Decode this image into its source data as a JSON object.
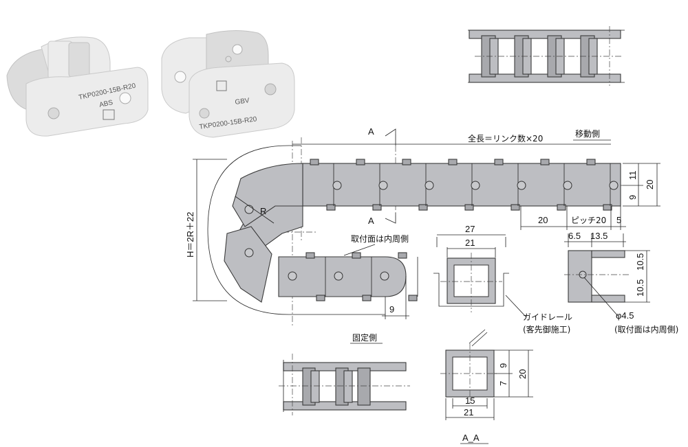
{
  "labels": {
    "total_length": "全長＝リンク数×20",
    "moving_side": "移動側",
    "fixed_side": "固定側",
    "mount_inner": "取付面は内周側",
    "guide_rail": "ガイドレール",
    "guide_rail_note": "(客先御施工)",
    "hole_dia": "φ4.5",
    "hole_note": "(取付面は内周側)",
    "section_a": "A",
    "section_title": "A_A",
    "height_formula": "H＝2R＋22",
    "radius": "R",
    "pitch": "ピッチ20"
  },
  "dims": {
    "d11": "11",
    "d9_right": "9",
    "d20_right": "20",
    "d20_bottom": "20",
    "d5": "5",
    "d9_bottom_left": "9",
    "d27": "27",
    "d21_guide": "21",
    "d6_5": "6.5",
    "d13_5": "13.5",
    "d10_5_a": "10.5",
    "d10_5_b": "10.5",
    "d9_sec": "9",
    "d7_sec": "7",
    "d20_sec": "20",
    "d15_sec": "15",
    "d21_sec": "21"
  },
  "photo_marks": {
    "left_part": "TKP0200-15B-R20",
    "left_logo": "ABS",
    "right_part": "TKP0200-15B-R20",
    "right_logo": "GBV"
  }
}
